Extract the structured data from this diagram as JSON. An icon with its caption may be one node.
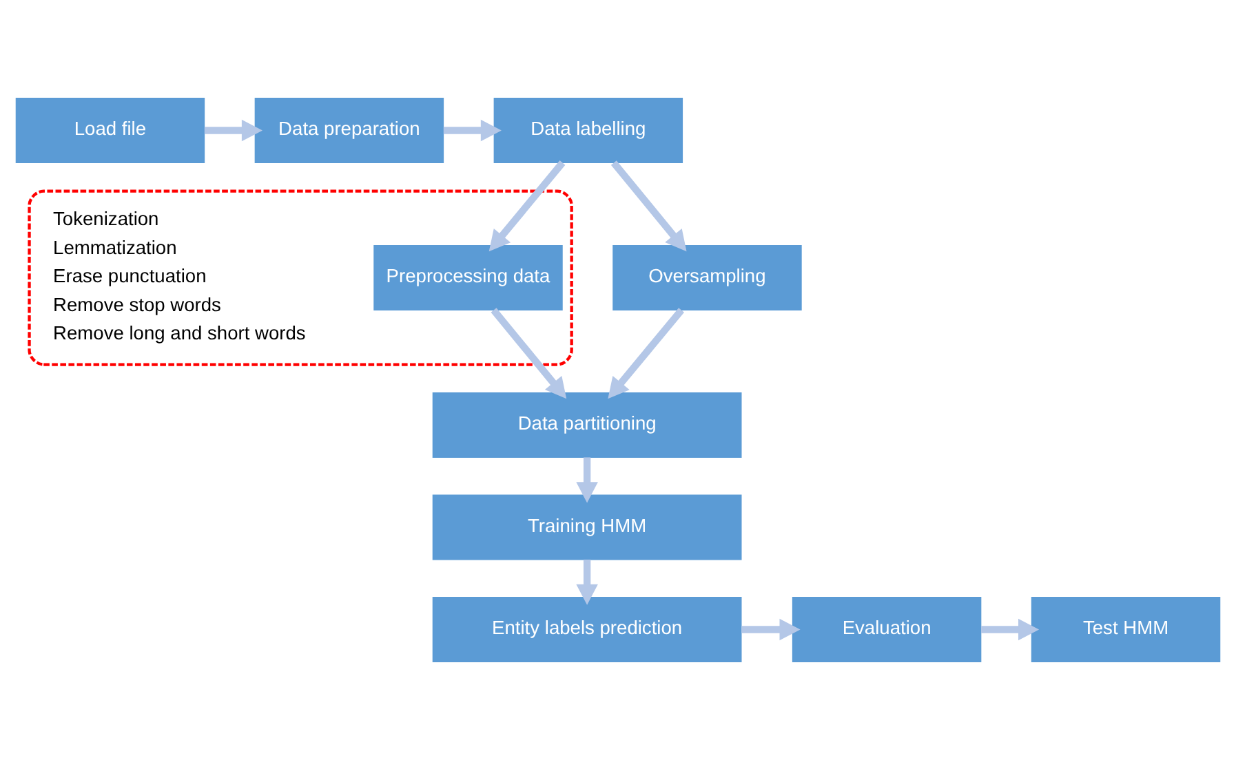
{
  "diagram": {
    "nodes": [
      {
        "text": [
          "Load file"
        ]
      },
      {
        "text": [
          "Data preparation"
        ]
      },
      {
        "text": [
          "Data labelling"
        ]
      },
      {
        "text": [
          "Tokenization",
          "Lemmatization",
          "Erase punctuation",
          "Remove stop words",
          "Remove long and short words"
        ]
      },
      {
        "text": [
          "Preprocessing data"
        ],
        "in": 3
      },
      {
        "text": [
          "Oversampling"
        ]
      },
      {
        "text": [
          "Data partitioning"
        ]
      },
      {
        "text": [
          "Training HMM"
        ]
      },
      {
        "text": [
          "Entity labels prediction"
        ]
      },
      {
        "text": [
          "Evaluation"
        ]
      },
      {
        "text": [
          "Test HMM"
        ]
      }
    ],
    "edges": [
      {
        "from": 0,
        "to": 1,
        "arrow": "to"
      },
      {
        "from": 1,
        "to": 2,
        "arrow": "to"
      },
      {
        "from": 2,
        "to": 4,
        "arrow": "to"
      },
      {
        "from": 2,
        "to": 5,
        "arrow": "to"
      },
      {
        "from": 4,
        "to": 6,
        "arrow": "to"
      },
      {
        "from": 5,
        "to": 6,
        "arrow": "to"
      },
      {
        "from": 6,
        "to": 7,
        "arrow": "to"
      },
      {
        "from": 7,
        "to": 8,
        "arrow": "to"
      },
      {
        "from": 8,
        "to": 9,
        "arrow": "to"
      },
      {
        "from": 9,
        "to": 10,
        "arrow": "to"
      }
    ]
  }
}
